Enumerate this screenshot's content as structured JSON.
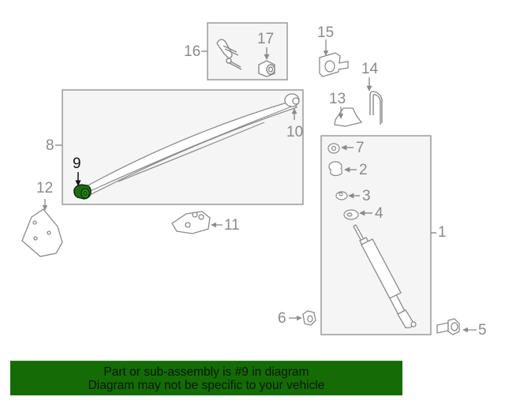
{
  "diagram": {
    "title": "Leaf spring & shock absorber parts diagram",
    "highlighted_part": "9",
    "highlight_color": "#1f6b14",
    "line_color": "#8a8a8a",
    "box_fill": "#f5f5f5",
    "callouts": [
      {
        "id": "1",
        "label": "1"
      },
      {
        "id": "2",
        "label": "2"
      },
      {
        "id": "3",
        "label": "3"
      },
      {
        "id": "4",
        "label": "4"
      },
      {
        "id": "5",
        "label": "5"
      },
      {
        "id": "6",
        "label": "6"
      },
      {
        "id": "7",
        "label": "7"
      },
      {
        "id": "8",
        "label": "8"
      },
      {
        "id": "9",
        "label": "9"
      },
      {
        "id": "10",
        "label": "10"
      },
      {
        "id": "11",
        "label": "11"
      },
      {
        "id": "12",
        "label": "12"
      },
      {
        "id": "13",
        "label": "13"
      },
      {
        "id": "14",
        "label": "14"
      },
      {
        "id": "15",
        "label": "15"
      },
      {
        "id": "16",
        "label": "16"
      },
      {
        "id": "17",
        "label": "17"
      }
    ]
  },
  "banner": {
    "line1": "Part or sub-assembly is #9 in diagram",
    "line2": "Diagram may not be specific to your vehicle",
    "background": "#156b06"
  }
}
